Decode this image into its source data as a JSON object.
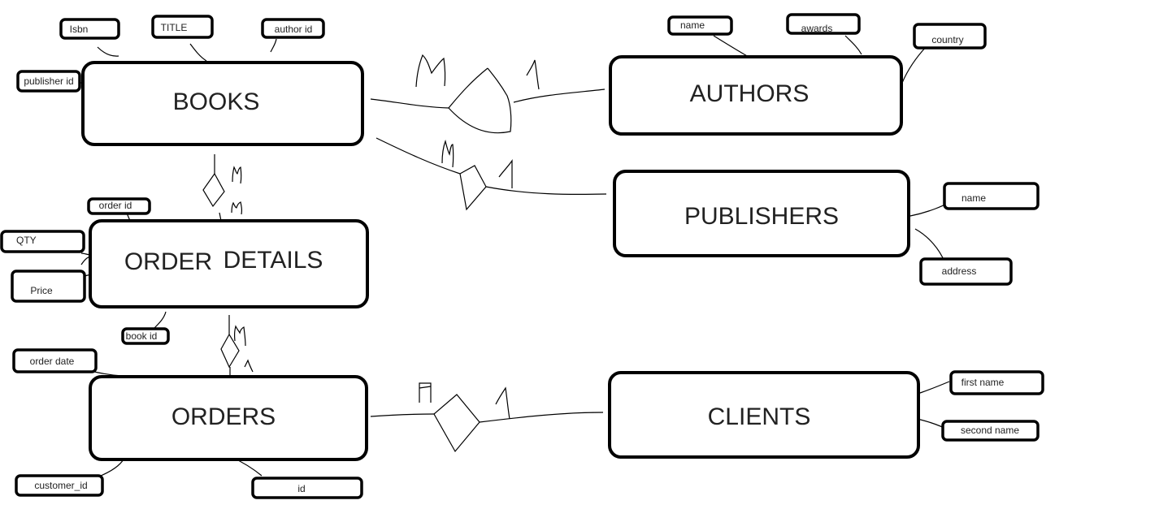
{
  "entities": {
    "books": "BOOKS",
    "authors": "AUTHORS",
    "publishers": "PUBLISHERS",
    "order_details": [
      "ORDER",
      "DETAILS"
    ],
    "orders": "ORDERS",
    "clients": "CLIENTS"
  },
  "attributes": {
    "isbn": "Isbn",
    "title": "TITLE",
    "author_id": "author id",
    "publisher_id": "publisher id",
    "author_name": "name",
    "awards": "awards",
    "country": "country",
    "publisher_name": "name",
    "address": "address",
    "order_id": "order id",
    "qty": "QTY",
    "price": "Price",
    "book_id": "book id",
    "order_date": "order date",
    "customer_id": "customer_id",
    "id": "id",
    "first_name": "first name",
    "second_name": "second name"
  }
}
